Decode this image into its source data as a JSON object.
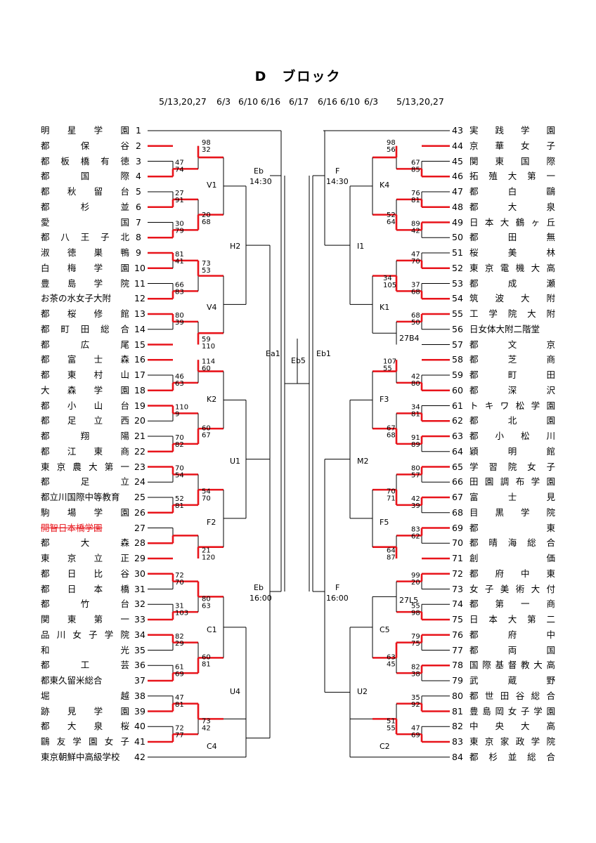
{
  "title": "D　ブロック",
  "colors": {
    "winner": "#e8141b",
    "line": "#000000",
    "struck": "#e8141b"
  },
  "dates_left": [
    "5/13,20,27",
    "6/3",
    "6/10",
    "6/16"
  ],
  "dates_center": "6/17",
  "dates_right": [
    "6/16",
    "6/10",
    "6/3",
    "5/13,20,27"
  ],
  "left_teams": [
    {
      "no": "1",
      "name": "明星学園"
    },
    {
      "no": "2",
      "name": "都保谷"
    },
    {
      "no": "3",
      "name": "都板橋有徳"
    },
    {
      "no": "4",
      "name": "都国際"
    },
    {
      "no": "5",
      "name": "都秋留台"
    },
    {
      "no": "6",
      "name": "都杉並"
    },
    {
      "no": "7",
      "name": "愛国"
    },
    {
      "no": "8",
      "name": "都八王子北"
    },
    {
      "no": "9",
      "name": "淑徳巣鴨"
    },
    {
      "no": "10",
      "name": "白梅学園"
    },
    {
      "no": "11",
      "name": "豊島学院"
    },
    {
      "no": "12",
      "name": "お茶の水女子大附"
    },
    {
      "no": "13",
      "name": "都桜修館"
    },
    {
      "no": "14",
      "name": "都町田総合"
    },
    {
      "no": "15",
      "name": "都広尾"
    },
    {
      "no": "16",
      "name": "都富士森"
    },
    {
      "no": "17",
      "name": "都東村山"
    },
    {
      "no": "18",
      "name": "大森学園"
    },
    {
      "no": "19",
      "name": "都小山台"
    },
    {
      "no": "20",
      "name": "都足立西"
    },
    {
      "no": "21",
      "name": "都翔陽"
    },
    {
      "no": "22",
      "name": "都江東商"
    },
    {
      "no": "23",
      "name": "東京農大第一"
    },
    {
      "no": "24",
      "name": "都足立"
    },
    {
      "no": "25",
      "name": "都立川国際中等教育"
    },
    {
      "no": "26",
      "name": "駒場学園"
    },
    {
      "no": "27",
      "name": "開智日本橋学園",
      "struck": true
    },
    {
      "no": "28",
      "name": "都大森"
    },
    {
      "no": "29",
      "name": "東京立正"
    },
    {
      "no": "30",
      "name": "都日比谷"
    },
    {
      "no": "31",
      "name": "都日本橋"
    },
    {
      "no": "32",
      "name": "都竹台"
    },
    {
      "no": "33",
      "name": "関東第一"
    },
    {
      "no": "34",
      "name": "品川女子学院"
    },
    {
      "no": "35",
      "name": "和光"
    },
    {
      "no": "36",
      "name": "都工芸"
    },
    {
      "no": "37",
      "name": "都東久留米総合"
    },
    {
      "no": "38",
      "name": "堀越"
    },
    {
      "no": "39",
      "name": "跡見学園"
    },
    {
      "no": "40",
      "name": "都大泉桜"
    },
    {
      "no": "41",
      "name": "鷗友学園女子"
    },
    {
      "no": "42",
      "name": "東京朝鮮中高級学校"
    }
  ],
  "right_teams": [
    {
      "no": "43",
      "name": "実践学園"
    },
    {
      "no": "44",
      "name": "京華女子"
    },
    {
      "no": "45",
      "name": "関東国際"
    },
    {
      "no": "46",
      "name": "拓殖大第一"
    },
    {
      "no": "47",
      "name": "都白鷗"
    },
    {
      "no": "48",
      "name": "都大泉"
    },
    {
      "no": "49",
      "name": "日本大鶴ヶ丘"
    },
    {
      "no": "50",
      "name": "都田無"
    },
    {
      "no": "51",
      "name": "桜美林"
    },
    {
      "no": "52",
      "name": "東京電機大高"
    },
    {
      "no": "53",
      "name": "都成瀬"
    },
    {
      "no": "54",
      "name": "筑波大附"
    },
    {
      "no": "55",
      "name": "工学院大附"
    },
    {
      "no": "56",
      "name": "日女体大附二階堂"
    },
    {
      "no": "57",
      "name": "都文京"
    },
    {
      "no": "58",
      "name": "都芝商"
    },
    {
      "no": "59",
      "name": "都町田"
    },
    {
      "no": "60",
      "name": "都深沢"
    },
    {
      "no": "61",
      "name": "トキワ松学園"
    },
    {
      "no": "62",
      "name": "都北園"
    },
    {
      "no": "63",
      "name": "都小松川"
    },
    {
      "no": "64",
      "name": "穎明館"
    },
    {
      "no": "65",
      "name": "学習院女子"
    },
    {
      "no": "66",
      "name": "田園調布学園"
    },
    {
      "no": "67",
      "name": "富士見"
    },
    {
      "no": "68",
      "name": "目黒学院"
    },
    {
      "no": "69",
      "name": "都東"
    },
    {
      "no": "70",
      "name": "都晴海総合"
    },
    {
      "no": "71",
      "name": "創価"
    },
    {
      "no": "72",
      "name": "都府中東"
    },
    {
      "no": "73",
      "name": "女子美術大付"
    },
    {
      "no": "74",
      "name": "都第一商"
    },
    {
      "no": "75",
      "name": "日本大第二"
    },
    {
      "no": "76",
      "name": "都府中"
    },
    {
      "no": "77",
      "name": "都両国"
    },
    {
      "no": "78",
      "name": "国際基督教大高"
    },
    {
      "no": "79",
      "name": "武蔵野"
    },
    {
      "no": "80",
      "name": "都世田谷総合"
    },
    {
      "no": "81",
      "name": "豊島岡女子学園"
    },
    {
      "no": "82",
      "name": "中央大高"
    },
    {
      "no": "83",
      "name": "東京家政学院"
    },
    {
      "no": "84",
      "name": "都杉並総合"
    }
  ],
  "left_matches_r1": [
    {
      "top": "2",
      "bot": "4",
      "s1": "98",
      "s2": "32",
      "w": "top"
    },
    {
      "top": "3",
      "bot": "4",
      "s1": "47",
      "s2": "74",
      "w": "bot"
    },
    {
      "top": "5",
      "bot": "6",
      "s1": "27",
      "s2": "91",
      "w": "bot"
    },
    {
      "top": "7",
      "bot": "8",
      "s1": "30",
      "s2": "79",
      "w": "bot"
    },
    {
      "top": "6",
      "bot": "8",
      "s1": "20",
      "s2": "68",
      "w": "bot"
    },
    {
      "top": "9",
      "bot": "10",
      "s1": "81",
      "s2": "41",
      "w": "top"
    },
    {
      "top": "11",
      "bot": "12",
      "s1": "66",
      "s2": "83",
      "w": "bot"
    },
    {
      "top": "9",
      "bot": "12",
      "s1": "73",
      "s2": "53",
      "w": "top"
    },
    {
      "top": "13",
      "bot": "14",
      "s1": "80",
      "s2": "39",
      "w": "top"
    },
    {
      "top": "13",
      "bot": "15",
      "s1": "59",
      "s2": "110",
      "w": "bot"
    },
    {
      "top": "16",
      "bot": "18",
      "s1": "114",
      "s2": "60",
      "w": "top"
    },
    {
      "top": "17",
      "bot": "18",
      "s1": "46",
      "s2": "63",
      "w": "bot"
    },
    {
      "top": "19",
      "bot": "20",
      "s1": "110",
      "s2": "9",
      "w": "top"
    },
    {
      "top": "21",
      "bot": "22",
      "s1": "70",
      "s2": "82",
      "w": "bot"
    },
    {
      "top": "19",
      "bot": "22",
      "s1": "60",
      "s2": "67",
      "w": "bot"
    },
    {
      "top": "23",
      "bot": "24",
      "s1": "70",
      "s2": "54",
      "w": "top"
    },
    {
      "top": "25",
      "bot": "26",
      "s1": "52",
      "s2": "81",
      "w": "bot"
    },
    {
      "top": "23",
      "bot": "26",
      "s1": "54",
      "s2": "70",
      "w": "bot"
    },
    {
      "top": "28",
      "bot": "29",
      "s1": "21",
      "s2": "120",
      "w": "bot"
    },
    {
      "top": "30",
      "bot": "31",
      "s1": "72",
      "s2": "70",
      "w": "top"
    },
    {
      "top": "30",
      "bot": "33",
      "s1": "80",
      "s2": "63",
      "w": "top"
    },
    {
      "top": "32",
      "bot": "33",
      "s1": "31",
      "s2": "103",
      "w": "bot"
    },
    {
      "top": "34",
      "bot": "35",
      "s1": "82",
      "s2": "29",
      "w": "top"
    },
    {
      "top": "36",
      "bot": "37",
      "s1": "61",
      "s2": "69",
      "w": "bot"
    },
    {
      "top": "34",
      "bot": "37",
      "s1": "60",
      "s2": "81",
      "w": "bot"
    },
    {
      "top": "38",
      "bot": "39",
      "s1": "47",
      "s2": "81",
      "w": "bot"
    },
    {
      "top": "40",
      "bot": "41",
      "s1": "72",
      "s2": "77",
      "w": "bot"
    },
    {
      "top": "39",
      "bot": "41",
      "s1": "73",
      "s2": "42",
      "w": "top"
    }
  ],
  "right_matches_r1": [
    {
      "top": "44",
      "bot": "46",
      "s1": "98",
      "s2": "56",
      "w": "top"
    },
    {
      "top": "45",
      "bot": "46",
      "s1": "67",
      "s2": "85",
      "w": "bot"
    },
    {
      "top": "47",
      "bot": "48",
      "s1": "76",
      "s2": "81",
      "w": "bot"
    },
    {
      "top": "49",
      "bot": "50",
      "s1": "89",
      "s2": "42",
      "w": "top"
    },
    {
      "top": "48",
      "bot": "49",
      "s1": "52",
      "s2": "64",
      "w": "bot"
    },
    {
      "top": "51",
      "bot": "52",
      "s1": "47",
      "s2": "70",
      "w": "bot"
    },
    {
      "top": "53",
      "bot": "54",
      "s1": "37",
      "s2": "68",
      "w": "bot"
    },
    {
      "top": "52",
      "bot": "54",
      "s1": "34",
      "s2": "105",
      "w": "bot"
    },
    {
      "top": "55",
      "bot": "56",
      "s1": "68",
      "s2": "50",
      "w": "top"
    },
    {
      "top": "58",
      "bot": "60",
      "s1": "107",
      "s2": "55",
      "w": "top"
    },
    {
      "top": "59",
      "bot": "60",
      "s1": "42",
      "s2": "80",
      "w": "bot"
    },
    {
      "top": "61",
      "bot": "62",
      "s1": "34",
      "s2": "81",
      "w": "bot"
    },
    {
      "top": "63",
      "bot": "64",
      "s1": "91",
      "s2": "89",
      "w": "top"
    },
    {
      "top": "62",
      "bot": "63",
      "s1": "67",
      "s2": "68",
      "w": "bot"
    },
    {
      "top": "65",
      "bot": "66",
      "s1": "80",
      "s2": "57",
      "w": "top"
    },
    {
      "top": "67",
      "bot": "68",
      "s1": "42",
      "s2": "39",
      "w": "top"
    },
    {
      "top": "65",
      "bot": "67",
      "s1": "70",
      "s2": "71",
      "w": "bot"
    },
    {
      "top": "69",
      "bot": "70",
      "s1": "83",
      "s2": "62",
      "w": "top"
    },
    {
      "top": "69",
      "bot": "71",
      "s1": "64",
      "s2": "87",
      "w": "bot"
    },
    {
      "top": "72",
      "bot": "73",
      "s1": "99",
      "s2": "20",
      "w": "top"
    },
    {
      "top": "74",
      "bot": "75",
      "s1": "55",
      "s2": "98",
      "w": "bot"
    },
    {
      "top": "76",
      "bot": "77",
      "s1": "79",
      "s2": "75",
      "w": "top"
    },
    {
      "top": "78",
      "bot": "79",
      "s1": "82",
      "s2": "38",
      "w": "top"
    },
    {
      "top": "76",
      "bot": "78",
      "s1": "63",
      "s2": "45",
      "w": "top"
    },
    {
      "top": "80",
      "bot": "81",
      "s1": "35",
      "s2": "92",
      "w": "bot"
    },
    {
      "top": "82",
      "bot": "83",
      "s1": "47",
      "s2": "69",
      "w": "bot"
    },
    {
      "top": "81",
      "bot": "83",
      "s1": "51",
      "s2": "55",
      "w": "bot"
    }
  ],
  "labels": {
    "V1": "V1",
    "H2": "H2",
    "V4": "V4",
    "K2": "K2",
    "U1": "U1",
    "F2": "F2",
    "C1": "C1",
    "U4": "U4",
    "C4": "C4",
    "Ea1": "Ea1",
    "Eb5": "Eb5",
    "Eb1": "Eb1",
    "Eb_top": "Eb",
    "Eb_top_time": "14:30",
    "Eb_bot": "Eb",
    "Eb_bot_time": "16:00",
    "F_top": "F",
    "F_top_time": "14:30",
    "F_bot": "F",
    "F_bot_time": "16:00",
    "K4": "K4",
    "I1": "I1",
    "K1": "K1",
    "B4": "27B4",
    "F3": "F3",
    "M2": "M2",
    "F5": "F5",
    "L5": "27L5",
    "C5": "C5",
    "U2": "U2",
    "C2": "C2"
  }
}
